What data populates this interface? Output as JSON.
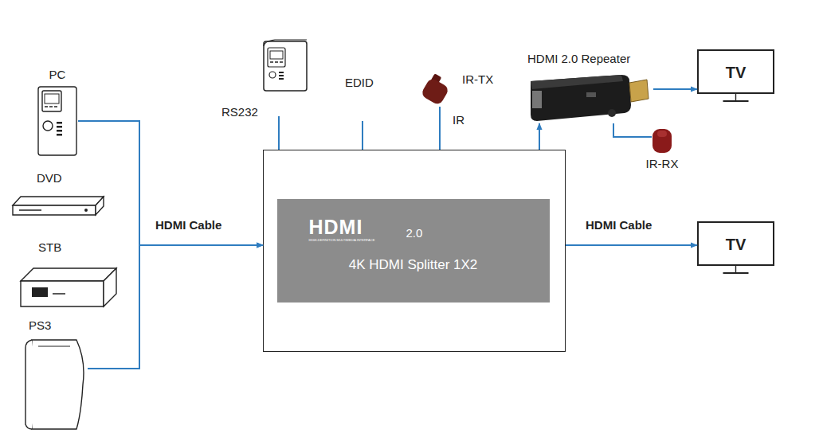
{
  "diagram": {
    "nodes": [
      {
        "text": [
          "PC"
        ]
      },
      {
        "text": [
          "DVD"
        ]
      },
      {
        "text": [
          "STB"
        ]
      },
      {
        "text": [
          "PS3"
        ]
      },
      {
        "text": []
      },
      {
        "text": [
          "HDMI",
          "HIGH-DEFINITION MULTIMEDIA INTERFACE",
          "2.0",
          "4K HDMI Splitter 1X2"
        ],
        "in": 4
      },
      {
        "text": [
          "IR-TX"
        ]
      },
      {
        "text": [
          "HDMI 2.0 Repeater"
        ]
      },
      {
        "text": [
          "IR-RX"
        ]
      },
      {
        "text": [
          "TV"
        ]
      },
      {
        "text": [
          "TV"
        ]
      }
    ],
    "edges": [
      {
        "from": 0,
        "to": 4,
        "arrow": "to",
        "label": "HDMI Cable"
      },
      {
        "from": 3,
        "to": 4,
        "arrow": "to"
      },
      {
        "from": 4,
        "to": 7,
        "arrow": "to"
      },
      {
        "from": 7,
        "to": 9,
        "arrow": "to"
      },
      {
        "from": 7,
        "to": 8,
        "arrow": "none"
      },
      {
        "from": 6,
        "to": 4,
        "arrow": "none",
        "label": "IR"
      },
      {
        "from": 4,
        "to": 10,
        "arrow": "to",
        "label": "HDMI Cable"
      }
    ],
    "labels": [
      "RS232",
      "EDID"
    ]
  }
}
